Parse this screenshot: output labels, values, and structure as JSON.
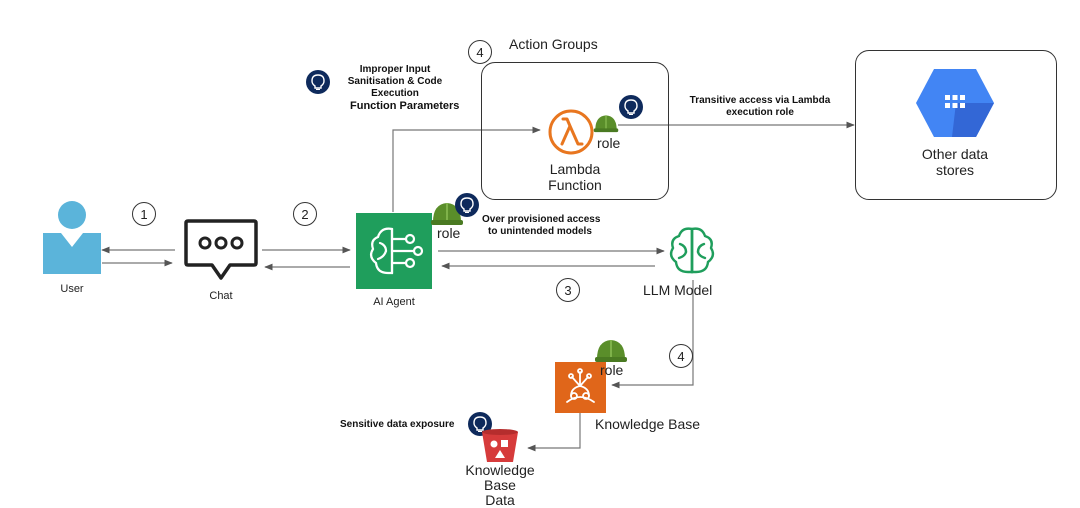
{
  "steps": {
    "s1": "1",
    "s2": "2",
    "s3": "3",
    "s4_top": "4",
    "s4_bottom": "4"
  },
  "groups": {
    "action_groups_title": "Action Groups"
  },
  "nodes": {
    "user": "User",
    "chat": "Chat",
    "ai_agent": "AI Agent",
    "lambda_line1": "Lambda",
    "lambda_line2": "Function",
    "llm": "LLM Model",
    "kb": "Knowledge Base",
    "kb_store_line1": "Knowledge",
    "kb_store_line2": "Base",
    "kb_store_line3": "Data",
    "other_line1": "Other data",
    "other_line2": "stores"
  },
  "roles": {
    "agent_role": "role",
    "lambda_role": "role",
    "kb_role": "role"
  },
  "risks": {
    "input_line1": "Improper Input",
    "input_line2": "Sanitisation & Code",
    "input_line3": "Execution",
    "function_params": "Function Parameters",
    "transitive_line1": "Transitive access via Lambda",
    "transitive_line2": "execution role",
    "overprov_line1": "Over provisioned access",
    "overprov_line2": "to unintended models",
    "sensitive": "Sensitive data exposure"
  },
  "colors": {
    "user": "#5bb4da",
    "agent_green": "#1f9e5c",
    "lambda_orange": "#e8761f",
    "kb_orange": "#e0661a",
    "bucket_red": "#d63b3b",
    "helmet_green": "#5a8e2a",
    "bulb_navy": "#0e2a5c",
    "google_blue": "#4285f4"
  },
  "icons": [
    "user-icon",
    "chat-bubble-icon",
    "ai-agent-brain-icon",
    "lambda-icon",
    "llm-brain-icon",
    "knowledge-base-icon",
    "s3-bucket-icon",
    "datastore-hexagon-icon",
    "role-helmet-icon",
    "lightbulb-icon"
  ]
}
